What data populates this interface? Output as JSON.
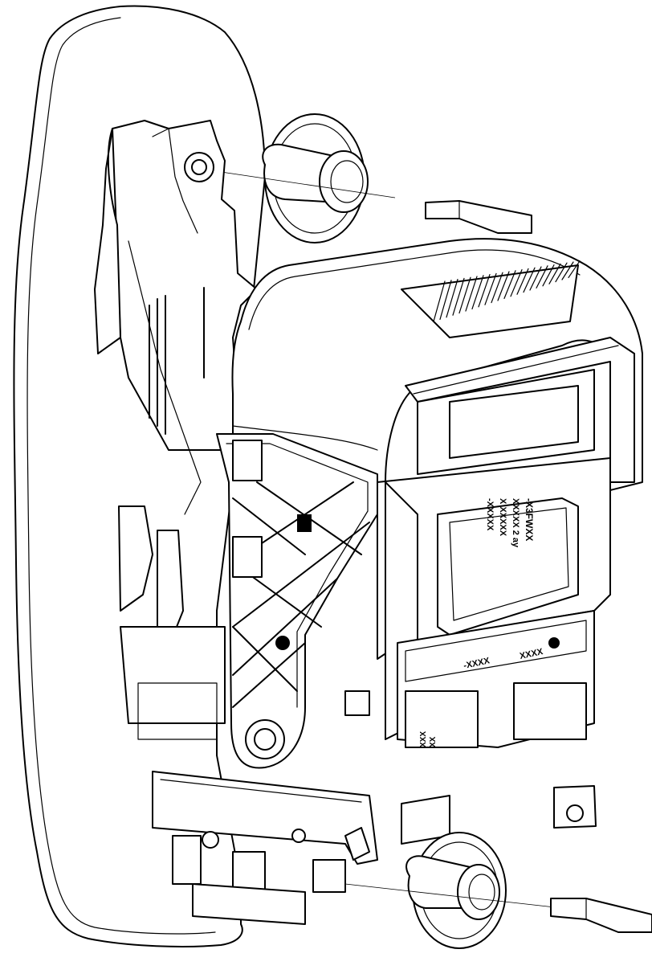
{
  "labels": {
    "top_panel": [
      "-X3FWXX",
      "XXXXX 2 ay",
      "X  XXXXX",
      "-XXXXX"
    ],
    "lower_panel": [
      "-XXXX",
      "XXXX"
    ],
    "small_tag": [
      "XXX",
      "XX"
    ]
  }
}
